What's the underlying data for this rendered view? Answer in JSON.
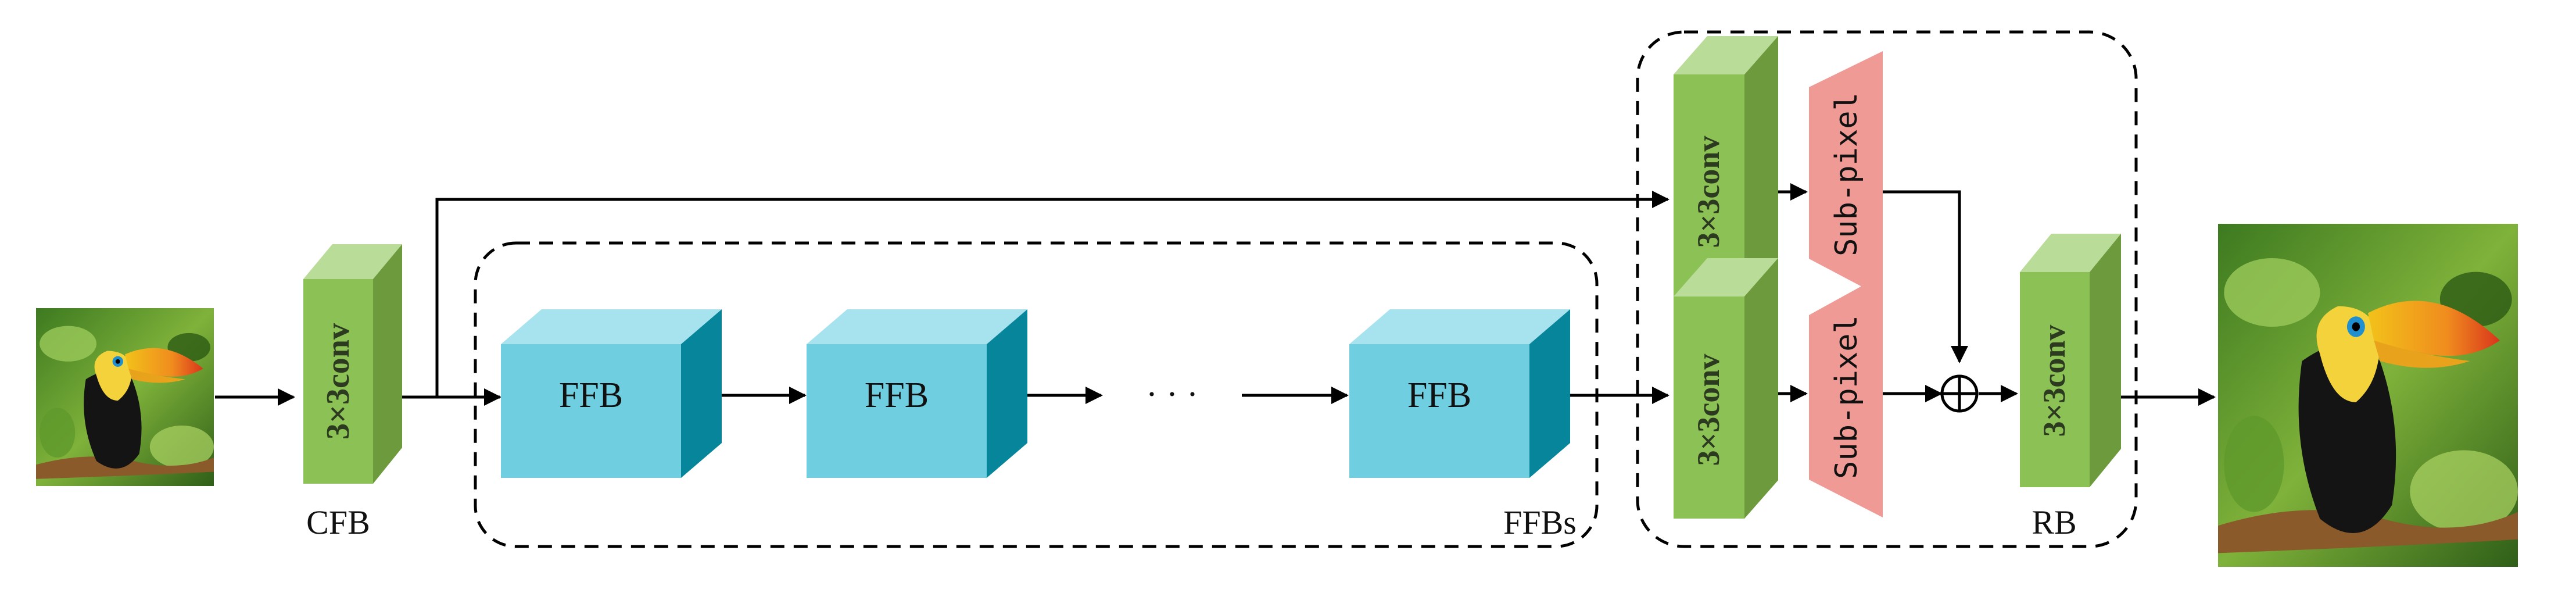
{
  "diagram": {
    "blocks": {
      "conv_label": "3×3conv",
      "ffb_label": "FFB",
      "subpixel_label": "Sub-pixel",
      "ellipsis": "· · ·"
    },
    "group_labels": {
      "cfb": "CFB",
      "ffbs": "FFBs",
      "rb": "RB"
    },
    "images": {
      "input": "low-resolution toucan photo",
      "output": "high-resolution toucan photo"
    },
    "colors": {
      "conv_front": "#6e9a3e",
      "conv_top": "#b9dc98",
      "ffb_front": "#6fcfe0",
      "ffb_top": "#a7e3ee",
      "ffb_side": "#07859b",
      "subpixel": "#ef9a94",
      "arrow": "#000000",
      "dashed_box": "#000000"
    }
  }
}
